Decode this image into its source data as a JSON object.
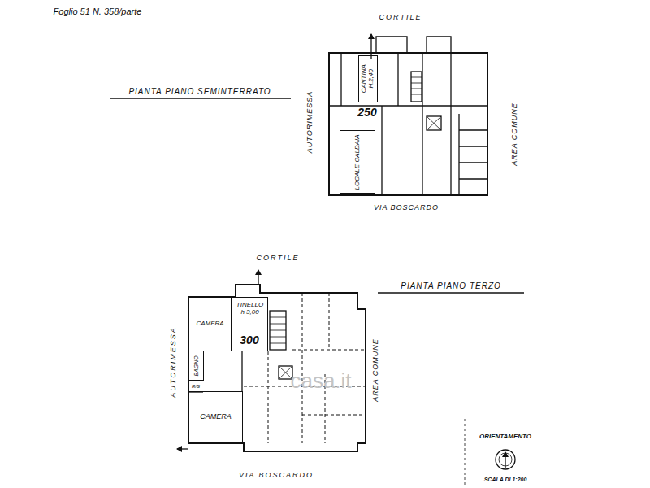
{
  "diagram": {
    "nodes": [
      {
        "text": [
          "CANTINA",
          "H.2,40"
        ]
      },
      {
        "text": [
          "LOCALE CALDAIA"
        ]
      },
      {
        "text": [
          "CAMERA"
        ]
      },
      {
        "text": [
          "TINELLO",
          "h 3,00"
        ]
      },
      {
        "text": [
          "BAGNO"
        ]
      },
      {
        "text": [
          "CAMERA"
        ]
      }
    ],
    "labels": [
      "Foglio 51 N. 358/parte",
      "CORTILE",
      "PIANTA PIANO SEMINTERRATO",
      "AUTORIMESSA",
      "250",
      "AREA COMUNE",
      "VIA BOSCARDO",
      "CORTILE",
      "PIANTA PIANO TERZO",
      "300",
      "R/S",
      "AUTORIMESSA",
      "AREA COMUNE",
      "VIA BOSCARDO",
      "ORIENTAMENTO",
      "SCALA DI 1:200",
      "casa.it"
    ]
  }
}
